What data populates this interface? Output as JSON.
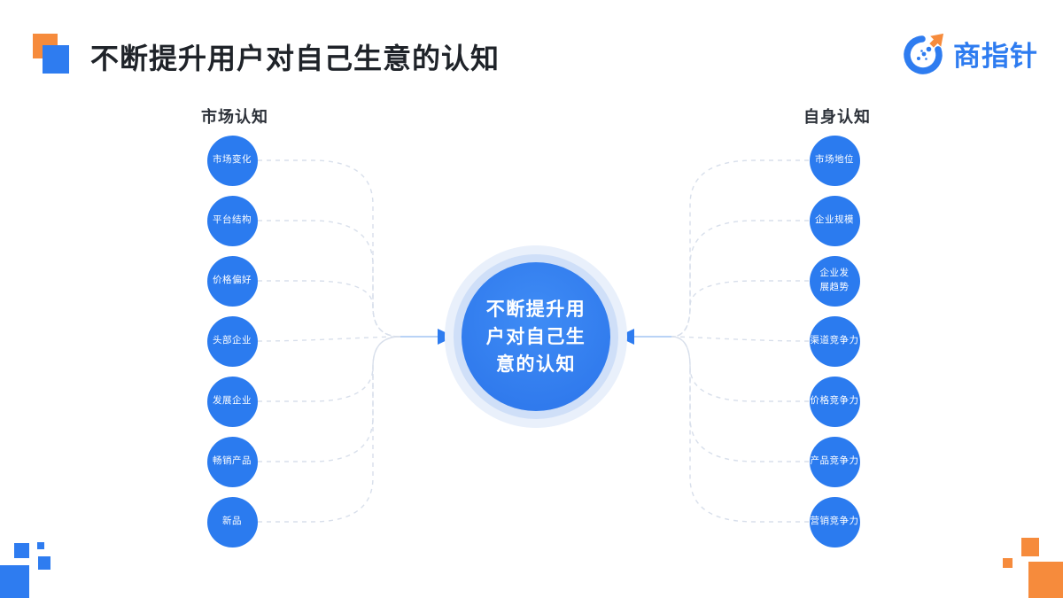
{
  "title": "不断提升用户对自己生意的认知",
  "logo": {
    "name": "商指针"
  },
  "diagram": {
    "left": {
      "header": "市场认知",
      "items": [
        {
          "label": "市场变化"
        },
        {
          "label": "平台结构"
        },
        {
          "label": "价格偏好"
        },
        {
          "label": "头部企业"
        },
        {
          "label": "发展企业"
        },
        {
          "label": "畅销产品"
        },
        {
          "label": "新品"
        }
      ]
    },
    "right": {
      "header": "自身认知",
      "items": [
        {
          "label": "市场地位"
        },
        {
          "label": "企业规模"
        },
        {
          "label": "企业发展趋势",
          "display": "企业发\n展趋势"
        },
        {
          "label": "渠道竞争力"
        },
        {
          "label": "价格竞争力"
        },
        {
          "label": "产品竞争力"
        },
        {
          "label": "营销竞争力"
        }
      ]
    },
    "center": {
      "text": "不断提升用户对自己生意的认知",
      "lines": [
        "不断提升用",
        "户对自己生",
        "意的认知"
      ]
    }
  },
  "colors": {
    "brand_blue": "#2E7CF0",
    "node_blue": "#2B7BEF",
    "accent_orange": "#F68B3C",
    "halo_mid": "#CFDFF8",
    "halo_outer": "#E9F0FB",
    "dash_line": "#D8DFEB",
    "approach_line": "#B9D3F6",
    "title_text": "#1F2329",
    "header_text": "#2B3038"
  }
}
